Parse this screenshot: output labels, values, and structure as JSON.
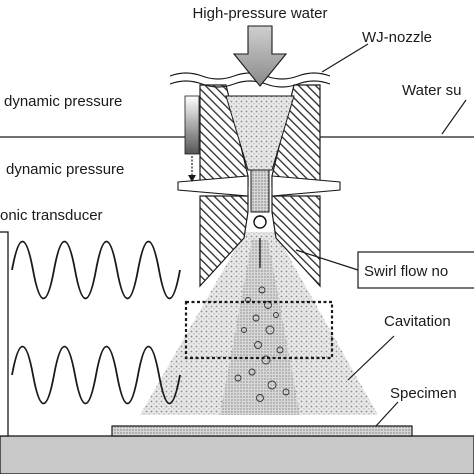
{
  "labels": {
    "inflow": "High-pressure water",
    "nozzle": "WJ-nozzle",
    "surface": "Water su",
    "high_pressure": "dynamic pressure",
    "low_pressure": "dynamic pressure",
    "transducer": "onic transducer",
    "swirl": "Swirl flow no",
    "cavitation": "Cavitation",
    "specimen": "Specimen"
  },
  "colors": {
    "line": "#1a1a1a",
    "arrow_fill": "#a8a8a8",
    "hatch": "#2a2a2a",
    "plume_light": "#e4e4e4",
    "plume_dark": "#b8b8b8"
  }
}
